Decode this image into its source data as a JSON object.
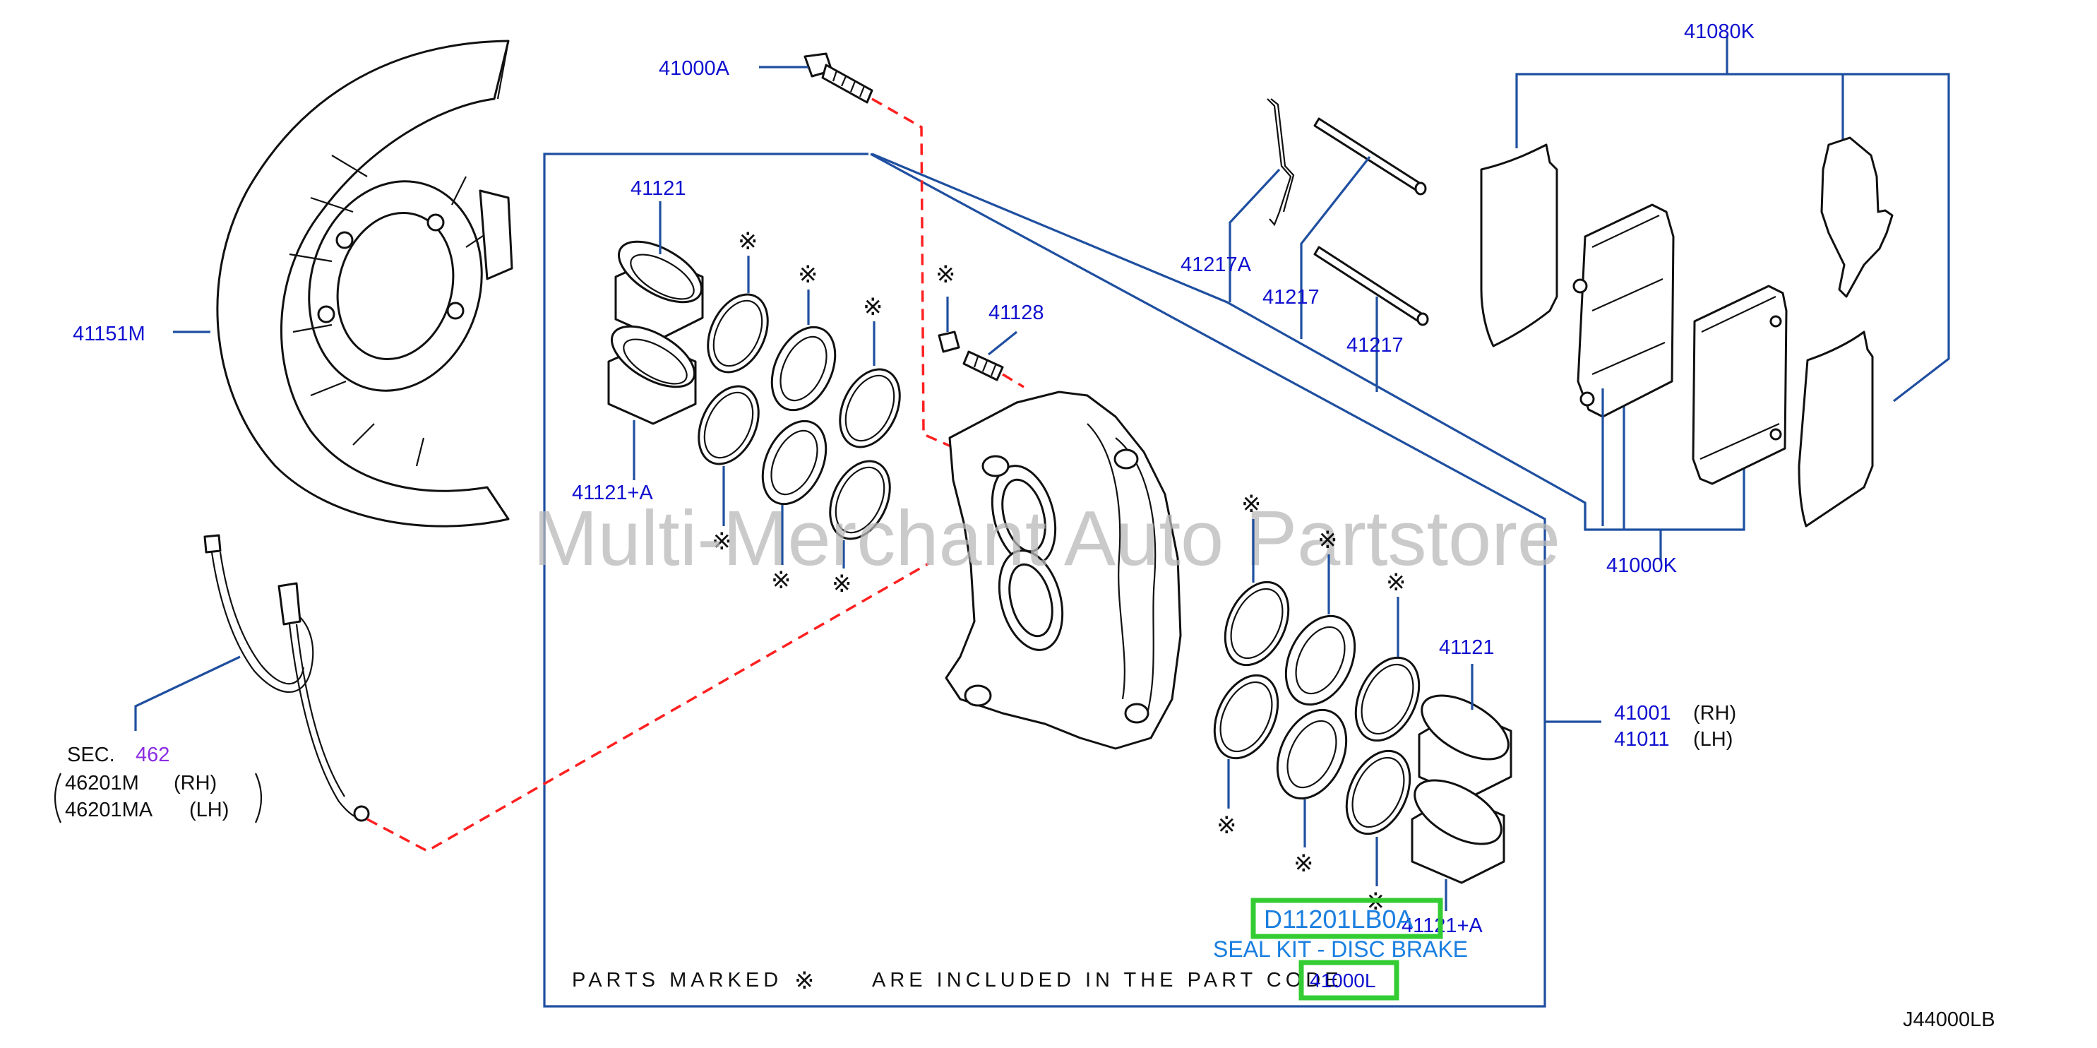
{
  "labels": {
    "shield": "41151M",
    "bolt": "41000A",
    "bleeder": "41128",
    "piston_top": "41121",
    "piston_top_a": "41121+A",
    "piston_bottom": "41121",
    "piston_bottom_a": "41121+A",
    "pin_clip": "41217A",
    "pin_1": "41217",
    "pin_2": "41217",
    "pad_kit_top": "41080K",
    "pad_kit_bottom": "41000K",
    "caliper_rh": "41001",
    "caliper_rh_side": "(RH)",
    "caliper_lh": "41011",
    "caliper_lh_side": "(LH)"
  },
  "hose": {
    "sec_prefix": "SEC.",
    "sec_number": "462",
    "rh_part": "46201M",
    "rh_side": "(RH)",
    "lh_part": "46201MA",
    "lh_side": "(LH)"
  },
  "note": {
    "prefix": "PARTS MARKED",
    "mark": "※",
    "suffix": "ARE INCLUDED IN THE PART CODE",
    "part_code": "41000L"
  },
  "kit": {
    "code": "D11201LB0A",
    "description": "SEAL KIT - DISC BRAKE"
  },
  "watermark": "Multi-Merchant Auto Partstore",
  "diagram_code": "J44000LB",
  "colors": {
    "label": "#1010d0",
    "leader": "#1f4fa0",
    "dashed": "#ff2020",
    "highlight": "#33cc33",
    "kit_text": "#1a7fe0",
    "sec_number": "#8a2be2"
  }
}
